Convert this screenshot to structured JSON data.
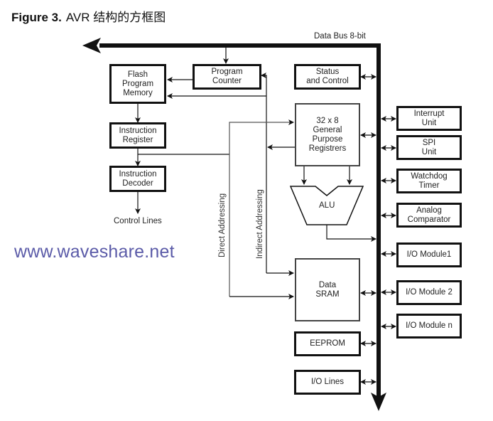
{
  "figure": {
    "number_label": "Figure 3.",
    "title": "AVR 结构的方框图"
  },
  "bus": {
    "label": "Data Bus 8-bit"
  },
  "blocks": {
    "flash": "Flash\nProgram\nMemory",
    "program_counter": "Program\nCounter",
    "status_control": "Status\nand Control",
    "instruction_register": "Instruction\nRegister",
    "instruction_decoder": "Instruction\nDecoder",
    "gp_registers": "32 x 8\nGeneral\nPurpose\nRegistrers",
    "alu": "ALU",
    "data_sram": "Data\nSRAM",
    "eeprom": "EEPROM",
    "io_lines": "I/O Lines",
    "interrupt_unit": "Interrupt\nUnit",
    "spi_unit": "SPI\nUnit",
    "watchdog_timer": "Watchdog\nTimer",
    "analog_comparator": "Analog\nComparator",
    "io_module_1": "I/O Module1",
    "io_module_2": "I/O Module 2",
    "io_module_n": "I/O Module n"
  },
  "labels": {
    "control_lines": "Control Lines",
    "direct_addressing": "Direct Addressing",
    "indirect_addressing": "Indirect Addressing"
  },
  "watermark": "www.waveshare.net",
  "colors": {
    "line": "#111111",
    "thin_line": "#444444",
    "watermark": "#5b5ba8"
  }
}
